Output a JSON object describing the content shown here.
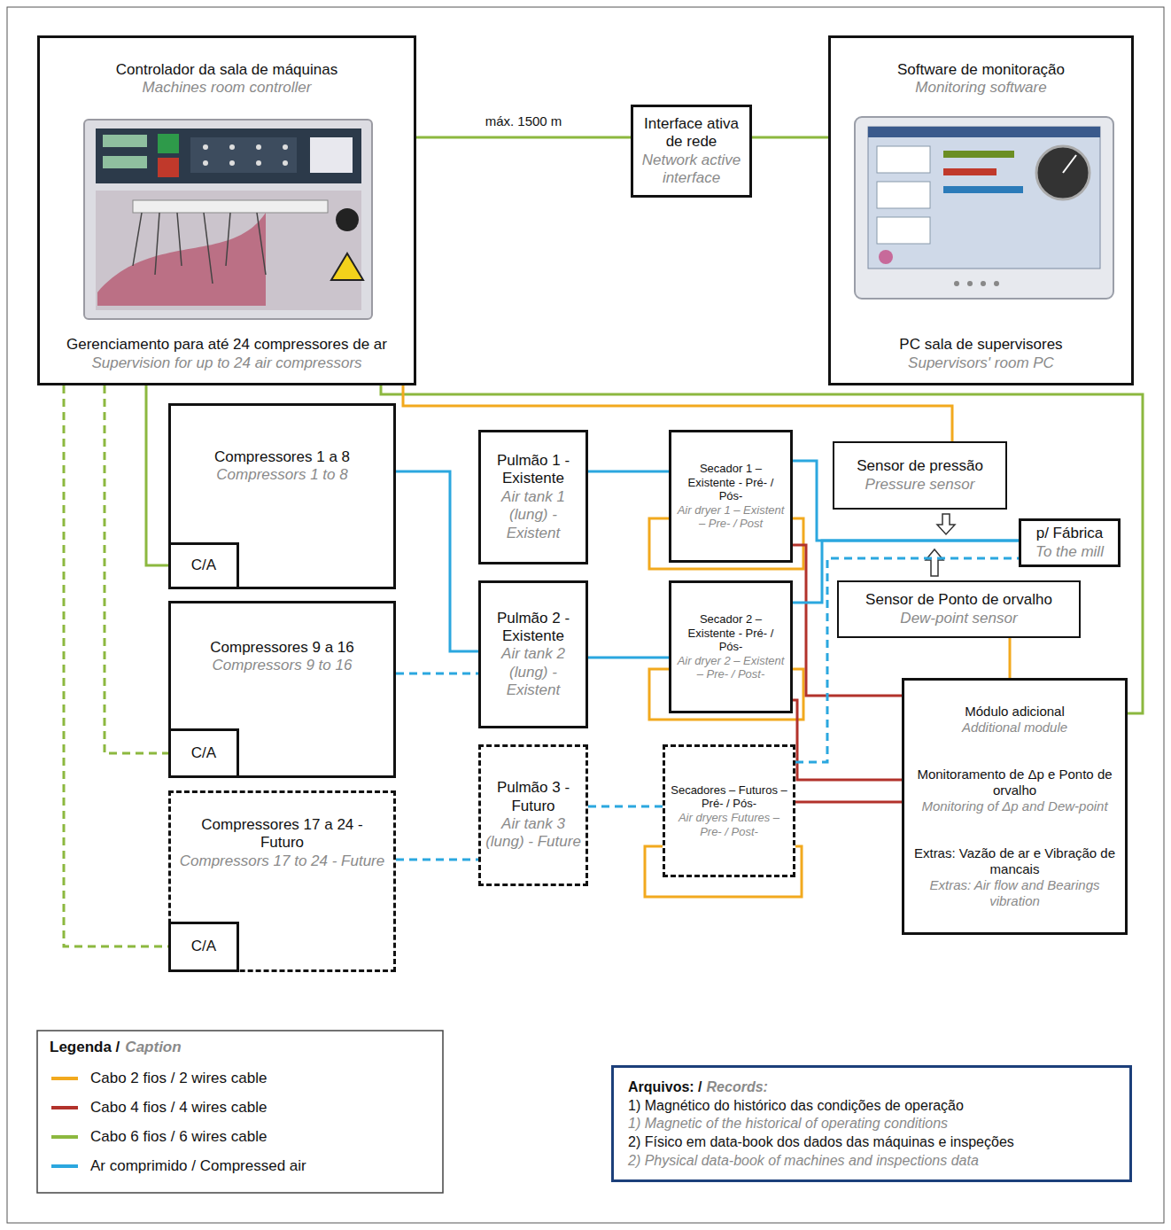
{
  "diagram": {
    "nodes": [
      {
        "text": [
          "Controlador da sala de máquinas",
          "Machines room controller",
          "Gerenciamento para até 24 compressores de ar",
          "Supervision for up to 24 air compressors"
        ]
      },
      {
        "text": [
          "Interface ativa de rede",
          "Network active interface"
        ]
      },
      {
        "text": [
          "Software de monitoração",
          "Monitoring software",
          "PC sala de supervisores",
          "Supervisors' room PC"
        ]
      },
      {
        "text": [
          "Compressores 1 a 8",
          "Compressors 1 to 8"
        ]
      },
      {
        "text": [
          "C/A"
        ],
        "in": 3
      },
      {
        "text": [
          "Pulmão 1 - Existente",
          "Air tank 1 (lung) - Existent"
        ]
      },
      {
        "text": [
          "Secador 1 – Existente - Pré- / Pós-",
          "Air dryer 1 – Existent – Pre- / Post"
        ]
      },
      {
        "text": [
          "Sensor de pressão",
          "Pressure sensor"
        ]
      },
      {
        "text": [
          "p/ Fábrica",
          "To the mill"
        ]
      },
      {
        "text": [
          "Compressores 9 a 16",
          "Compressors 9 to 16"
        ]
      },
      {
        "text": [
          "C/A"
        ],
        "in": 9
      },
      {
        "text": [
          "Pulmão 2 - Existente",
          "Air tank 2 (lung) - Existent"
        ]
      },
      {
        "text": [
          "Secador 2 – Existente - Pré- / Pós-",
          "Air dryer 2 – Existent – Pre- / Post-"
        ]
      },
      {
        "text": [
          "Sensor de Ponto de orvalho",
          "Dew-point sensor"
        ]
      },
      {
        "text": [
          "Módulo adicional",
          "Additional module",
          "Monitoramento de Δp e Ponto de orvalho",
          "Monitoring of Δp and Dew-point",
          "Extras: Vazão de ar e Vibração de mancais",
          "Extras: Air flow and Bearings vibration"
        ]
      },
      {
        "text": [
          "Compressores 17 a 24 - Futuro",
          "Compressors 17 to 24 - Future"
        ]
      },
      {
        "text": [
          "C/A"
        ],
        "in": 15
      },
      {
        "text": [
          "Pulmão 3 - Futuro",
          "Air tank 3 (lung) - Future"
        ]
      },
      {
        "text": [
          "Secadores – Futuros – Pré- / Pós-",
          "Air dryers Futures – Pre- / Post-"
        ]
      },
      {
        "text": [
          "Arquivos: /",
          "Records:",
          "1) Magnético do histórico das condições de operação",
          "1) Magnetic of the historical of operating conditions",
          "2) Físico em data-book dos dados das máquinas e inspeções",
          "2) Physical data-book of machines and inspections data"
        ]
      }
    ],
    "edges": [
      {
        "from": 0,
        "to": 1,
        "label": "máx. 1500 m",
        "arrow": "none"
      },
      {
        "from": 1,
        "to": 2,
        "arrow": "none"
      },
      {
        "from": 0,
        "to": 4,
        "arrow": "none"
      },
      {
        "from": 0,
        "to": 10,
        "arrow": "none"
      },
      {
        "from": 0,
        "to": 16,
        "arrow": "none"
      },
      {
        "from": 0,
        "to": 14,
        "arrow": "none"
      },
      {
        "from": 0,
        "to": 7,
        "arrow": "none"
      },
      {
        "from": 13,
        "to": 14,
        "arrow": "none"
      },
      {
        "from": 6,
        "to": 14,
        "arrow": "none"
      },
      {
        "from": 12,
        "to": 14,
        "arrow": "none"
      },
      {
        "from": 18,
        "to": 14,
        "arrow": "none"
      },
      {
        "from": 3,
        "to": 11,
        "arrow": "none"
      },
      {
        "from": 9,
        "to": 11,
        "arrow": "none"
      },
      {
        "from": 15,
        "to": 17,
        "arrow": "none"
      },
      {
        "from": 5,
        "to": 6,
        "arrow": "none"
      },
      {
        "from": 11,
        "to": 12,
        "arrow": "none"
      },
      {
        "from": 17,
        "to": 18,
        "arrow": "none"
      },
      {
        "from": 6,
        "to": 8,
        "arrow": "none"
      },
      {
        "from": 12,
        "to": 8,
        "arrow": "none"
      },
      {
        "from": 18,
        "to": 8,
        "arrow": "none"
      }
    ],
    "labels": [
      "Legenda /",
      "Caption"
    ],
    "legend": [
      {
        "text": "Cabo 2 fios / 2 wires cable",
        "color": "#f2a91e"
      },
      {
        "text": "Cabo 4 fios / 4 wires cable",
        "color": "#b2322b"
      },
      {
        "text": "Cabo 6 fios / 6 wires cable",
        "color": "#8cb83f"
      },
      {
        "text": "Ar comprimido / Compressed air",
        "color": "#2ba7df"
      }
    ]
  }
}
